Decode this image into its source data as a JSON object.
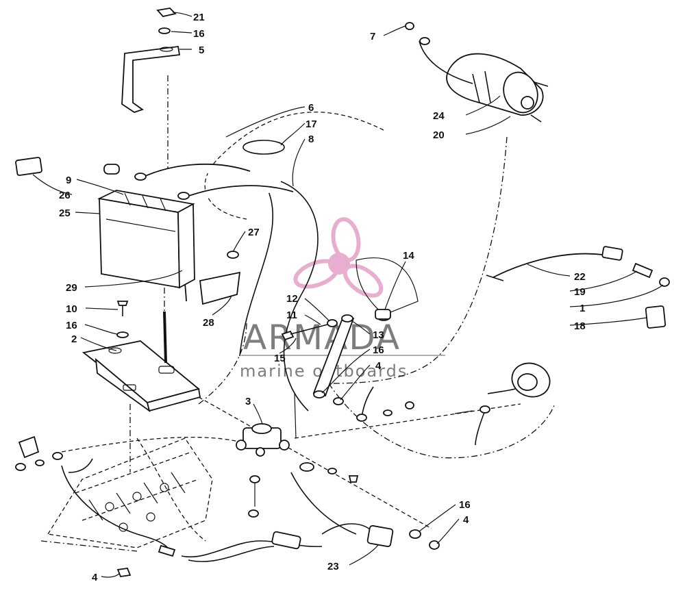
{
  "watermark": {
    "brand": "ARMADA",
    "tagline": "marine outboards",
    "brand_color": "#7d7d7d",
    "propeller_color": "#e3a1c7"
  },
  "callouts": {
    "c21": "21",
    "c16a": "16",
    "c5": "5",
    "c7": "7",
    "c6": "6",
    "c17": "17",
    "c8": "8",
    "c24": "24",
    "c20": "20",
    "c9": "9",
    "c26": "26",
    "c25": "25",
    "c27": "27",
    "c14": "14",
    "c22": "22",
    "c19": "19",
    "c1": "1",
    "c18": "18",
    "c29": "29",
    "c28": "28",
    "c12": "12",
    "c11": "11",
    "c13": "13",
    "c15": "15",
    "c16b": "16",
    "c4a": "4",
    "c10": "10",
    "c16c": "16",
    "c2": "2",
    "c3": "3",
    "c16d": "16",
    "c4b": "4",
    "c23": "23",
    "c4c": "4"
  }
}
